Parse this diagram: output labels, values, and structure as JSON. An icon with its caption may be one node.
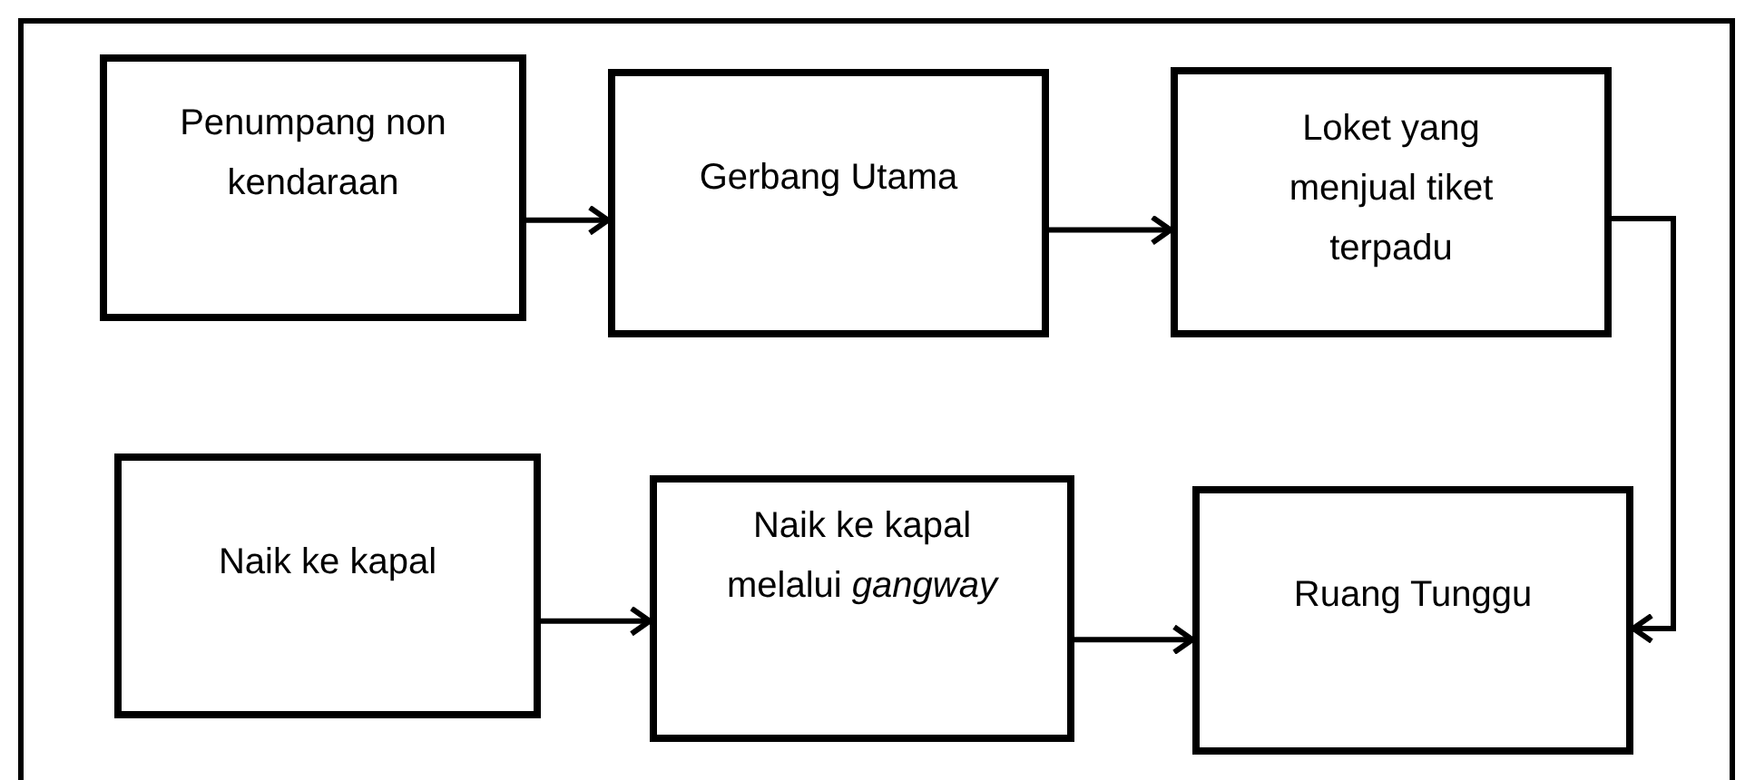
{
  "diagram": {
    "nodes": [
      {
        "text": [
          "Penumpang non kendaraan"
        ]
      },
      {
        "text": [
          "Gerbang Utama"
        ]
      },
      {
        "text": [
          "Loket yang menjual tiket terpadu"
        ]
      },
      {
        "text": [
          "Naik ke kapal"
        ]
      },
      {
        "text": [
          "Naik ke kapal melalui *gangway*"
        ]
      },
      {
        "text": [
          "Ruang Tunggu"
        ]
      }
    ],
    "edges": [
      {
        "from": 0,
        "to": 1,
        "arrow": "to"
      },
      {
        "from": 1,
        "to": 2,
        "arrow": "to"
      },
      {
        "from": 2,
        "to": 5,
        "arrow": "to"
      },
      {
        "from": 3,
        "to": 4,
        "arrow": "to"
      },
      {
        "from": 4,
        "to": 5,
        "arrow": "to"
      }
    ]
  }
}
